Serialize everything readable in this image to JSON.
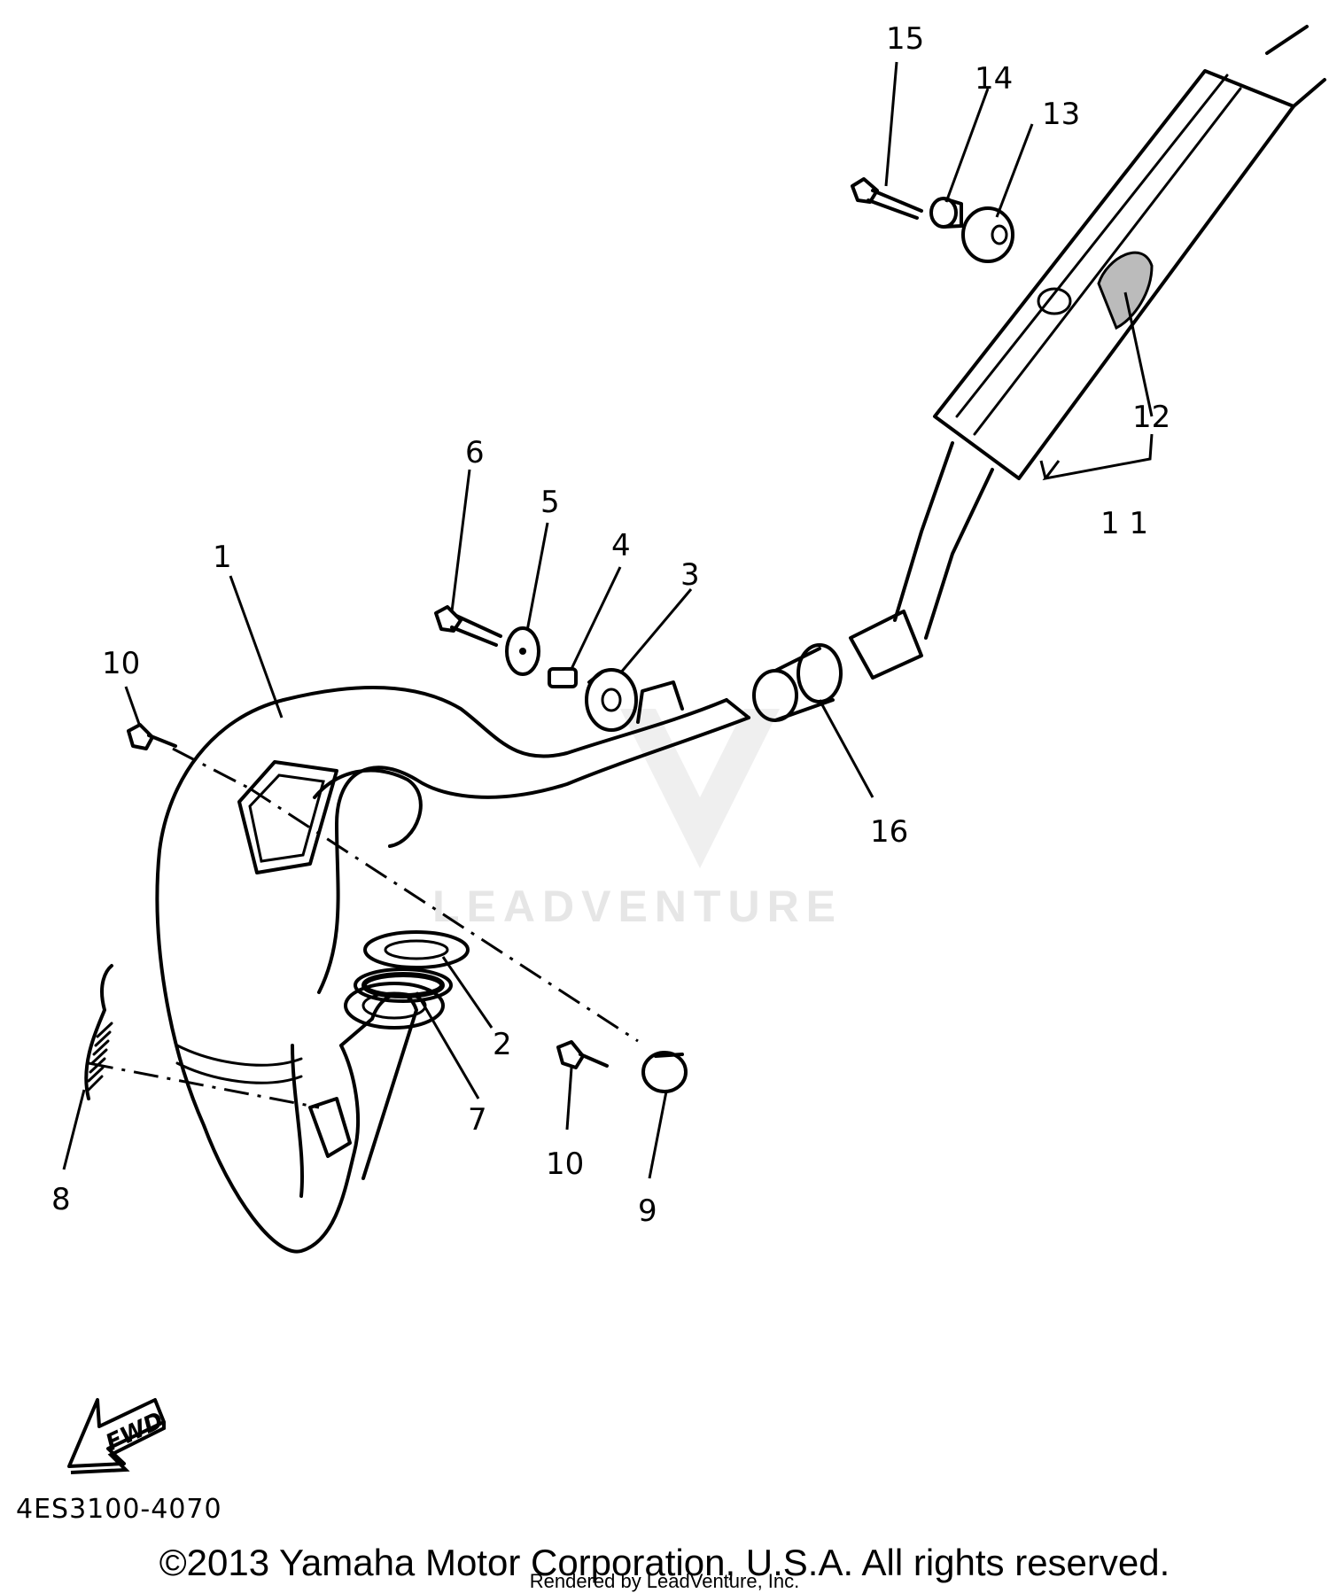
{
  "callouts": {
    "n1": "1",
    "n2": "2",
    "n3": "3",
    "n4": "4",
    "n5": "5",
    "n6": "6",
    "n7": "7",
    "n8": "8",
    "n9": "9",
    "n10a": "10",
    "n10b": "10",
    "n11": "1 1",
    "n12": "12",
    "n13": "13",
    "n14": "14",
    "n15": "15",
    "n16": "16"
  },
  "fwd_label": "FWD",
  "watermark": "LEADVENTURE",
  "diagram_code": "4ES3100-4070",
  "copyright": "©2013 Yamaha Motor Corporation, U.S.A. All rights reserved.",
  "rendered_by": "Rendered by LeadVenture, Inc."
}
